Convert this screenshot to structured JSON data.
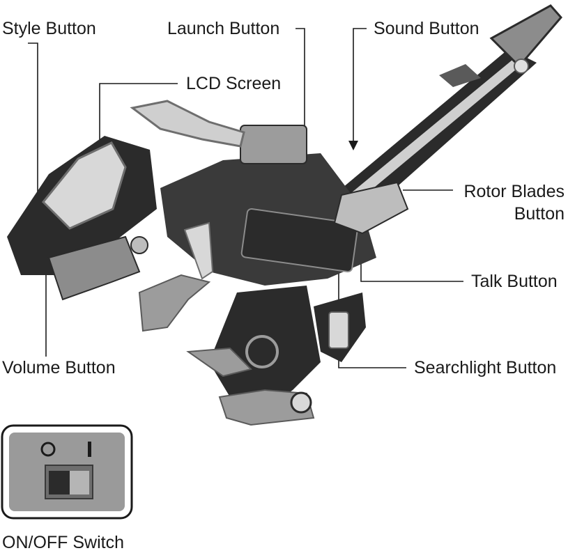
{
  "labels": {
    "style_button": "Style Button",
    "launch_button": "Launch Button",
    "sound_button": "Sound Button",
    "lcd_screen": "LCD Screen",
    "rotor_blades_button": "Rotor Blades Button",
    "talk_button": "Talk Button",
    "volume_button": "Volume Button",
    "searchlight_button": "Searchlight Button",
    "on_off_switch": "ON/OFF Switch"
  },
  "switch": {
    "off_symbol": "O",
    "on_symbol": "I"
  },
  "colors": {
    "ink": "#1a1a1a",
    "panel": "#9a9a9a",
    "toy_dark": "#2b2b2b",
    "toy_mid": "#8c8c8c",
    "toy_light": "#cfcfcf"
  }
}
